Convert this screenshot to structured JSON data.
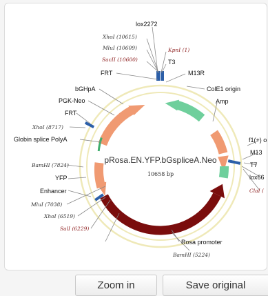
{
  "plasmid": {
    "name": "pRosa.EN.YFP.bGspliceA.Neo",
    "size": "10658 bp"
  },
  "labels": {
    "lox2272": "lox2272",
    "xhoi_top": "XhoI (10615)",
    "mlui_top": "MluI (10609)",
    "sacii_top": "SacII (10600)",
    "kpni": "KpnI (1)",
    "t3": "T3",
    "frt_top": "FRT",
    "m13r": "M13R",
    "bghpa": "bGHpA",
    "cole1": "ColE1 origin",
    "pgk_neo": "PGK-Neo",
    "amp": "Amp",
    "frt_left": "FRT",
    "xhoi_8717": "XhoI (8717)",
    "globin": "Globin splice PolyA",
    "f1": "f1(+) o",
    "m13": "M13",
    "bamhi_7824": "BamHI (7824)",
    "t7": "T7",
    "yfp": "YFP",
    "lox66": "lox66",
    "clai": "ClaI (",
    "enhancer": "Enhancer",
    "mlui_7038": "MluI (7038)",
    "xhoi_6519": "XhoI (6519)",
    "sali": "SalI (6229)",
    "rosa": "Rosa promoter",
    "bamhi_5224": "BamHI (5224)"
  },
  "buttons": {
    "zoom": "Zoom in",
    "save": "Save original"
  },
  "colors": {
    "backbone": "#efe9b8",
    "rosa": "#7a0d0d",
    "orange": "#f09a72",
    "green": "#6fcf9c",
    "blue": "#2c5fa8",
    "site_red": "#8b1a1a"
  }
}
